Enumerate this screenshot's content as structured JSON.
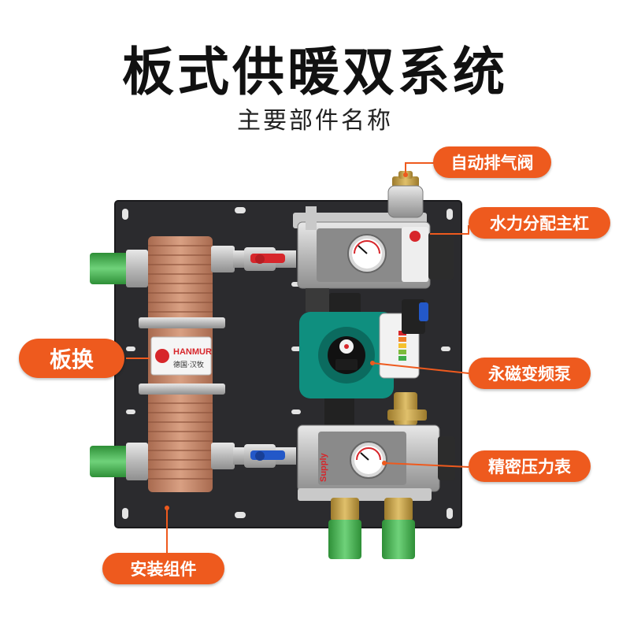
{
  "header": {
    "title": "板式供暖双系统",
    "subtitle": "主要部件名称"
  },
  "callouts": {
    "air_valve": "自动排气阀",
    "manifold": "水力分配主杠",
    "plate_exchanger": "板换",
    "pump": "永磁变频泵",
    "gauge": "精密压力表",
    "mount": "安装组件"
  },
  "product_marks": {
    "brand": "HANMUR",
    "brand_cn": "德国·汉牧",
    "supply_text": "Supply"
  },
  "colors": {
    "accent": "#ee5a1e",
    "panel": "#2b2b2e",
    "copper": "#c7876a",
    "pipe_green": "#3fae49",
    "pump_teal": "#0f8f7f",
    "handle_red": "#d7262b",
    "handle_blue": "#2358c8"
  }
}
